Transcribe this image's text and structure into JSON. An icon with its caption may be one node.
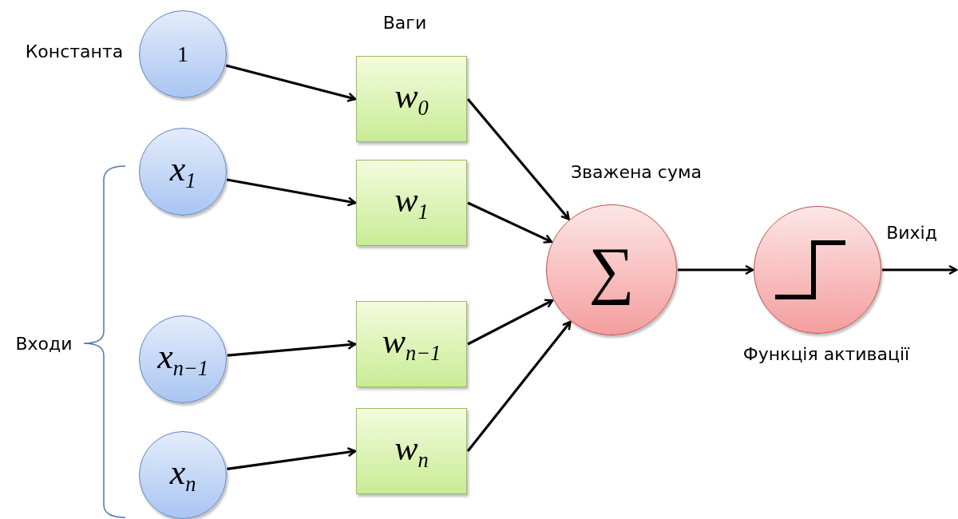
{
  "diagram": {
    "nodes": [
      {
        "text": [
          "1"
        ],
        "beside": [
          "Константа"
        ]
      },
      {
        "text": [
          "*x*$_{1}$"
        ]
      },
      {
        "text": [
          "*x*$_{n−1}$"
        ]
      },
      {
        "text": [
          "*x*$_{n}$"
        ]
      },
      {
        "text": [
          "*w*$_{0}$"
        ]
      },
      {
        "text": [
          "*w*$_{1}$"
        ]
      },
      {
        "text": [
          "*w*$_{n−1}$"
        ]
      },
      {
        "text": [
          "*w*$_{n}$"
        ]
      },
      {
        "text": [
          "∑"
        ],
        "beside": [
          "Зважена сума"
        ]
      },
      {
        "text": [],
        "shape": "circle",
        "beside": [
          "Функція активації"
        ]
      }
    ],
    "edges": [
      {
        "from": 0,
        "to": 4,
        "arrow": "to"
      },
      {
        "from": 1,
        "to": 5,
        "arrow": "to"
      },
      {
        "from": 2,
        "to": 6,
        "arrow": "to"
      },
      {
        "from": 3,
        "to": 7,
        "arrow": "to"
      },
      {
        "from": 4,
        "to": 8,
        "arrow": "to"
      },
      {
        "from": 5,
        "to": 8,
        "arrow": "to"
      },
      {
        "from": 6,
        "to": 8,
        "arrow": "to"
      },
      {
        "from": 7,
        "to": 8,
        "arrow": "to"
      },
      {
        "from": 8,
        "to": 9,
        "arrow": "to"
      },
      {
        "from": 9,
        "to": null,
        "arrow": "to",
        "label": "Вихід"
      }
    ],
    "labels": [
      "Ваги",
      "Входи"
    ]
  }
}
